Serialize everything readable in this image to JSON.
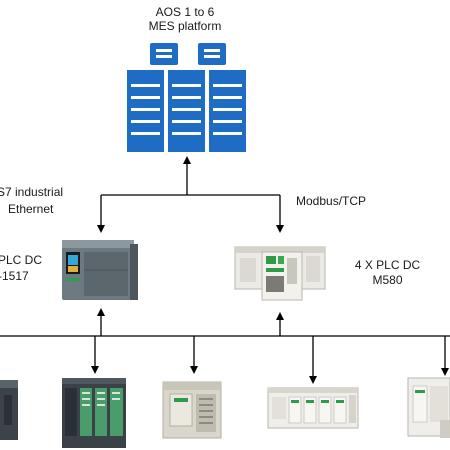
{
  "labels": {
    "mes_line1": "AOS 1 to 6",
    "mes_line2": "MES platform",
    "s7_line1": "S7 industrial",
    "s7_line2": "Ethernet",
    "modbus": "Modbus/TCP",
    "plc_left_line1": "PLC DC",
    "plc_left_line2": "-1517",
    "plc_right_line1": "4 X PLC DC",
    "plc_right_line2": "M580"
  },
  "icons": {
    "server": "server-rack-icon",
    "plc_siemens": "siemens-plc-icon",
    "plc_schneider": "schneider-plc-icon"
  },
  "colors": {
    "server_blue": "#1f6cc4",
    "line": "#000000"
  }
}
